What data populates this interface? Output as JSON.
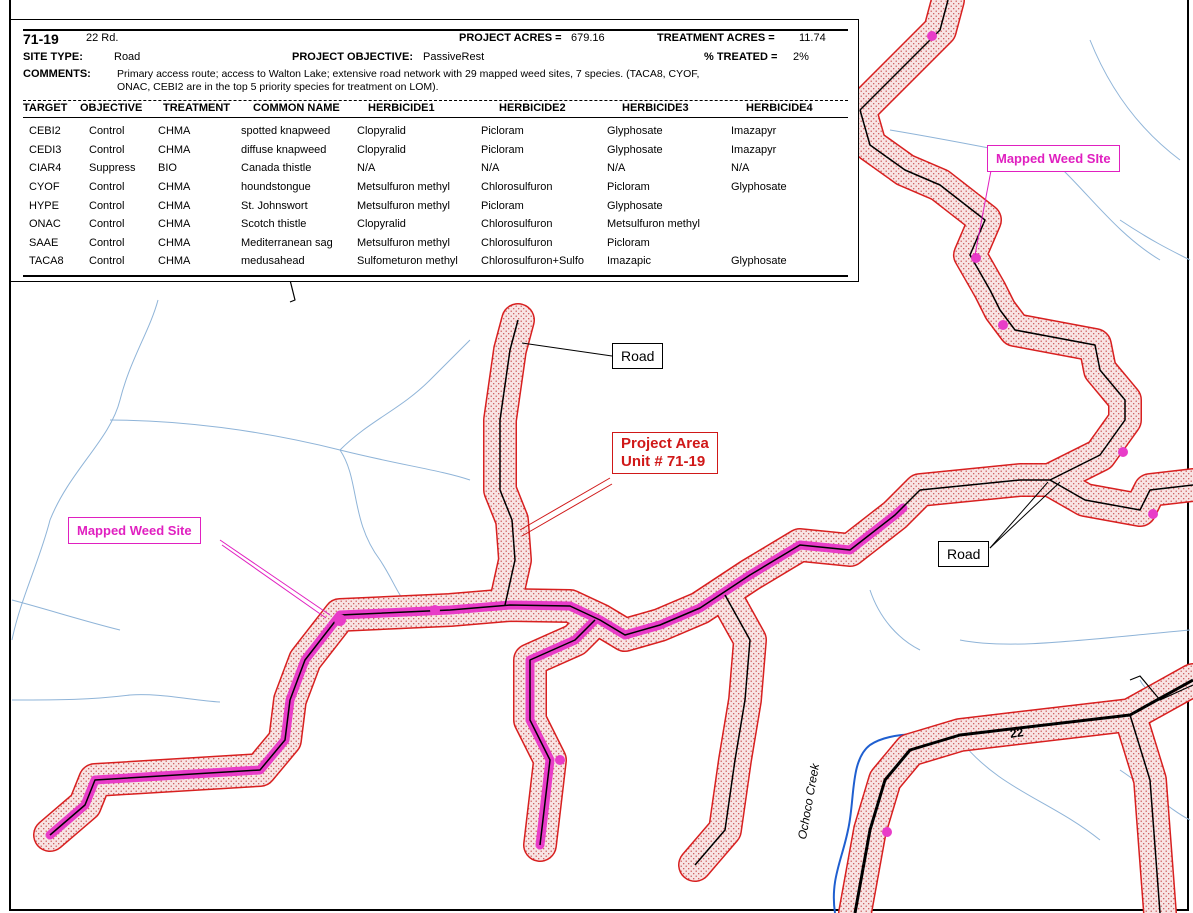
{
  "site": {
    "id": "71-19",
    "road": "22 Rd.",
    "site_type_label": "SITE TYPE:",
    "site_type": "Road",
    "project_acres_label": "PROJECT  ACRES =",
    "project_acres": "679.16",
    "treatment_acres_label": "TREATMENT ACRES =",
    "treatment_acres": "11.74",
    "objective_label": "PROJECT  OBJECTIVE:",
    "objective": "PassiveRest",
    "treated_label": "%  TREATED =",
    "treated": "2%",
    "comments_label": "COMMENTS:",
    "comments_line1": "Primary access route; access to Walton Lake; extensive road network with 29 mapped weed sites, 7 species. (TACA8, CYOF,",
    "comments_line2": "ONAC, CEBI2 are in the top 5 priority species for treatment on LOM)."
  },
  "table": {
    "headers": [
      "TARGET",
      "OBJECTIVE",
      "TREATMENT",
      "COMMON NAME",
      "HERBICIDE1",
      "HERBICIDE2",
      "HERBICIDE3",
      "HERBICIDE4"
    ],
    "rows": [
      [
        "CEBI2",
        "Control",
        "CHMA",
        "spotted knapweed",
        "Clopyralid",
        "Picloram",
        "Glyphosate",
        "Imazapyr"
      ],
      [
        "CEDI3",
        "Control",
        "CHMA",
        "diffuse knapweed",
        "Clopyralid",
        "Picloram",
        "Glyphosate",
        "Imazapyr"
      ],
      [
        "CIAR4",
        "Suppress",
        "BIO",
        "Canada thistle",
        "N/A",
        "N/A",
        "N/A",
        "N/A"
      ],
      [
        "CYOF",
        "Control",
        "CHMA",
        "houndstongue",
        "Metsulfuron methyl",
        "Chlorosulfuron",
        "Picloram",
        "Glyphosate"
      ],
      [
        "HYPE",
        "Control",
        "CHMA",
        "St. Johnswort",
        "Metsulfuron methyl",
        "Picloram",
        "Glyphosate",
        ""
      ],
      [
        "ONAC",
        "Control",
        "CHMA",
        "Scotch thistle",
        "Clopyralid",
        "Chlorosulfuron",
        "Metsulfuron methyl",
        ""
      ],
      [
        "SAAE",
        "Control",
        "CHMA",
        "Mediterranean sag",
        "Metsulfuron methyl",
        "Chlorosulfuron",
        "Picloram",
        ""
      ],
      [
        "TACA8",
        "Control",
        "CHMA",
        "medusahead",
        "Sulfometuron methyl",
        "Chlorosulfuron+Sulfo",
        "Imazapic",
        "Glyphosate"
      ]
    ]
  },
  "callouts": {
    "road_north": "Road",
    "road_east": "Road",
    "project_area_line1": "Project Area",
    "project_area_line2": "Unit # 71-19",
    "weed_west": "Mapped Weed Site",
    "weed_east": "Mapped Weed SIte"
  },
  "map_labels": {
    "road_number": "22",
    "creek": "Ochoco Creek"
  },
  "colors": {
    "buffer_outline": "#d82020",
    "buffer_stipple": "#c85050",
    "weed_site": "#e83cc8",
    "road": "#000000",
    "stream": "#8fb4d8",
    "creek": "#1f5fd0"
  }
}
